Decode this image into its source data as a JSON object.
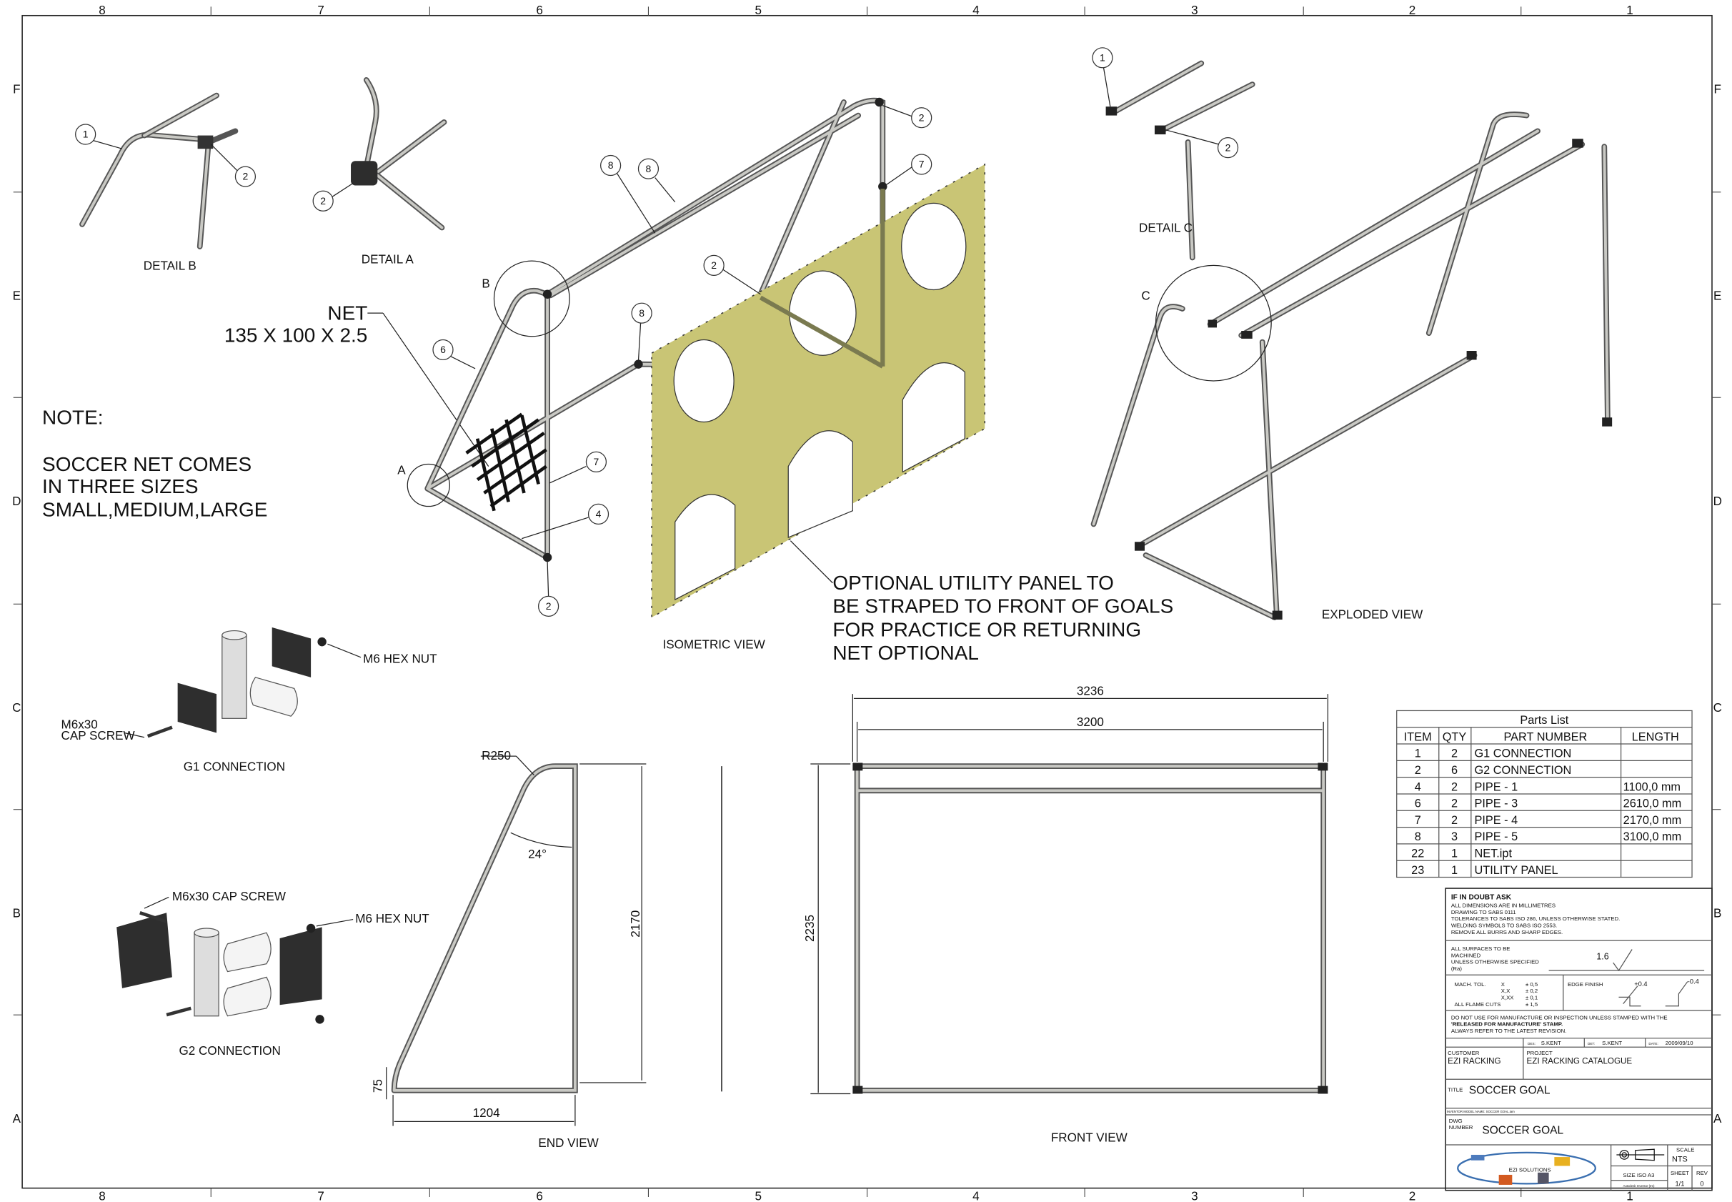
{
  "border": {
    "columns": [
      "8",
      "7",
      "6",
      "5",
      "4",
      "3",
      "2",
      "1"
    ],
    "rows": [
      "F",
      "E",
      "D",
      "C",
      "B",
      "A"
    ]
  },
  "details": {
    "detail_b": "DETAIL B",
    "detail_a": "DETAIL A",
    "detail_c": "DETAIL C",
    "ref_a": "A",
    "ref_b": "B",
    "ref_c": "C"
  },
  "net_label": {
    "title": "NET",
    "size": "135 X 100 X 2.5"
  },
  "note": {
    "heading": "NOTE:",
    "lines": [
      "SOCCER NET COMES",
      "IN THREE SIZES",
      "SMALL,MEDIUM,LARGE"
    ]
  },
  "isometric": {
    "label": "ISOMETRIC VIEW",
    "balloons": [
      "2",
      "8",
      "8",
      "7",
      "2",
      "8",
      "6",
      "7",
      "4",
      "2",
      "1",
      "2",
      "2"
    ]
  },
  "utility_note": [
    "OPTIONAL UTILITY PANEL TO",
    "BE STRAPED TO FRONT OF GOALS",
    "FOR PRACTICE OR RETURNING",
    "NET OPTIONAL"
  ],
  "exploded": {
    "label": "EXPLODED VIEW",
    "balloons": [
      "1",
      "2"
    ]
  },
  "g1": {
    "label": "G1 CONNECTION",
    "nut": "M6 HEX NUT",
    "screw_1": "M6x30",
    "screw_2": "CAP SCREW"
  },
  "g2": {
    "label": "G2 CONNECTION",
    "screw": "M6x30 CAP SCREW",
    "nut": "M6 HEX NUT"
  },
  "end_view": {
    "label": "END VIEW",
    "radius": "R250",
    "angle": "24°",
    "height": "2170",
    "offset": "75",
    "depth": "1204"
  },
  "front_view": {
    "label": "FRONT VIEW",
    "overall": "3236",
    "inner": "3200",
    "height": "2235"
  },
  "parts_list": {
    "title": "Parts List",
    "headers": [
      "ITEM",
      "QTY",
      "PART NUMBER",
      "LENGTH"
    ],
    "rows": [
      [
        "1",
        "2",
        "G1 CONNECTION",
        ""
      ],
      [
        "2",
        "6",
        "G2 CONNECTION",
        ""
      ],
      [
        "4",
        "2",
        "PIPE - 1",
        "1100,0 mm"
      ],
      [
        "6",
        "2",
        "PIPE - 3",
        "2610,0 mm"
      ],
      [
        "7",
        "2",
        "PIPE - 4",
        "2170,0 mm"
      ],
      [
        "8",
        "3",
        "PIPE - 5",
        "3100,0 mm"
      ],
      [
        "22",
        "1",
        "NET.ipt",
        ""
      ],
      [
        "23",
        "1",
        "UTILITY PANEL",
        ""
      ]
    ]
  },
  "title_block": {
    "heading": "IF IN DOUBT ASK",
    "notes": [
      "ALL DIMENSIONS ARE IN MILLIMETRES",
      "DRAWING TO SABS 0111",
      "TOLERANCES TO SABS ISO 286, UNLESS OTHERWISE STATED.",
      "WELDING SYMBOLS TO SABS ISO 2553.",
      "REMOVE ALL BURRS AND SHARP EDGES."
    ],
    "surface": [
      "ALL SURFACES TO BE",
      "MACHINED",
      "UNLESS OTHERWISE SPECIFIED",
      "(Ra)"
    ],
    "roughness": "1.6",
    "mach_tol": "MACH. TOL.",
    "tol_keys": [
      "X",
      "X,X",
      "X,XX"
    ],
    "tol_vals": [
      "± 0,5",
      "± 0,2",
      "± 0,1",
      "± 1,5"
    ],
    "flame": "ALL FLAME CUTS",
    "edge_finish": "EDGE FINISH",
    "edge_plus": "+0.4",
    "edge_minus": "-0.4",
    "release_1": "DO NOT USE FOR MANUFACTURE OR INSPECTION UNLESS STAMPED WITH THE",
    "release_2": "'RELEASED FOR MANUFACTURE' STAMP.",
    "release_3": "ALWAYS REFER TO THE LATEST REVISION.",
    "des_label": "DES:",
    "des": "S.KENT",
    "det_label": "DET:",
    "det": "S.KENT",
    "date_label": "DATE:",
    "date": "2009/09/10",
    "customer_label": "CUSTOMER",
    "customer": "EZI RACKING",
    "project_label": "PROJECT",
    "project": "EZI RACKING CATALOGUE",
    "title_label": "TITLE",
    "title": "SOCCER GOAL",
    "model_name": "INVENTOR MODEL NAME: SOCCER GOAL.iam",
    "dwg_label_1": "DWG",
    "dwg_label_2": "NUMBER",
    "dwg_number": "SOCCER GOAL",
    "logo_text": "EZI SOLUTIONS",
    "scale_label": "SCALE",
    "scale": "NTS",
    "size": "SIZE ISO A3",
    "software": "Autodesk Inventor (tm)",
    "sheet_label": "SHEET",
    "sheet": "1/1",
    "rev_label": "REV",
    "rev": "0"
  },
  "colors": {
    "panel": "#c9c575",
    "pipe": "#555555"
  }
}
